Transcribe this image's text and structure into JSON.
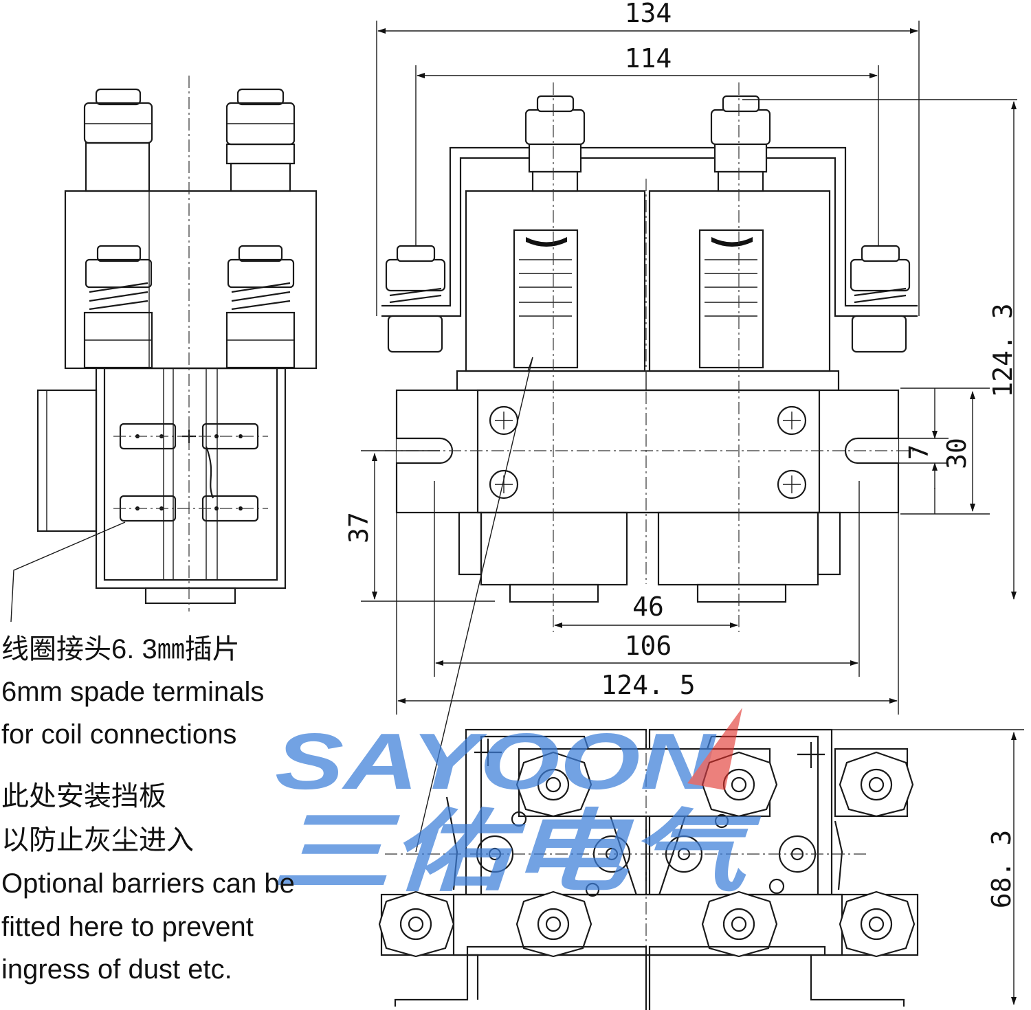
{
  "dimensions": {
    "top_overall": "134",
    "top_inner": "114",
    "height_overall": "124. 3",
    "bracket_height": "30",
    "slot_width": "7",
    "slot_height": "37",
    "terminal_spacing": "46",
    "mount_spacing": "106",
    "base_width": "124. 5",
    "bottom_height": "68. 3"
  },
  "notes": {
    "coil_cn": "线圈接头6. 3㎜插片",
    "coil_en_line1": "6mm spade terminals",
    "coil_en_line2": "for coil connections",
    "barrier_cn_line1": "此处安装挡板",
    "barrier_cn_line2": "以防止灰尘进入",
    "barrier_en_line1": "Optional barriers can be",
    "barrier_en_line2": "fitted here to prevent",
    "barrier_en_line3": "ingress of dust etc."
  },
  "watermark": {
    "brand": "SAYOON",
    "brand_cn": "三佑电气"
  },
  "colors": {
    "line": "#1a1a1a",
    "watermark_blue": "#3d7fd9",
    "watermark_red": "#e0302a"
  }
}
